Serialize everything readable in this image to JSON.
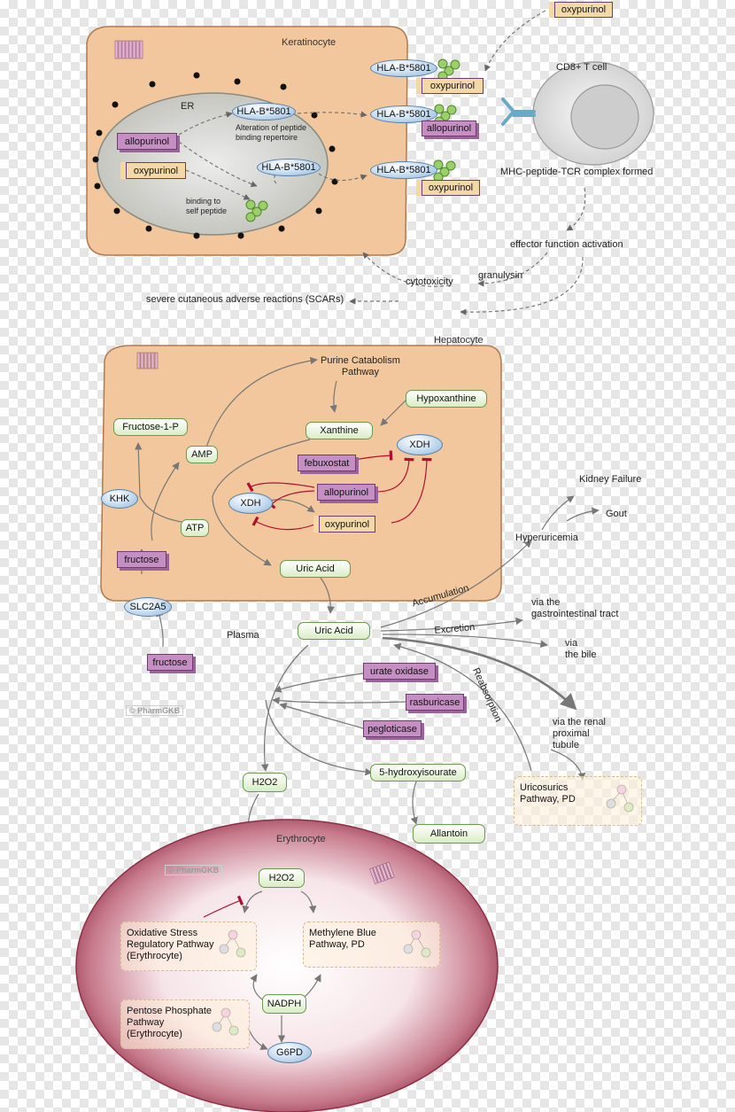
{
  "keratinocyte": {
    "title": "Keratinocyte",
    "er_label": "ER",
    "hla_label": "HLA-B*5801",
    "drug_allopurinol": "allopurinol",
    "drug_oxypurinol": "oxypurinol",
    "note_alteration": "Alteration of peptide\nbinding repertoire",
    "note_binding": "binding to\nself peptide",
    "tcell_label": "CD8+ T cell",
    "complex_label": "MHC-peptide-TCR complex formed",
    "effector_label": "effector function activation",
    "granulysin_label": "granulysin",
    "cytotoxicity_label": "cytotoxicity",
    "scars_label": "severe cutaneous adverse reactions (SCARs)"
  },
  "hepatocyte": {
    "title": "Hepatocyte",
    "purine_label": "Purine Catabolism\nPathway",
    "hypoxanthine": "Hypoxanthine",
    "xanthine": "Xanthine",
    "xdh": "XDH",
    "febuxostat": "febuxostat",
    "allopurinol": "allopurinol",
    "oxypurinol": "oxypurinol",
    "uric_acid": "Uric Acid",
    "fructose1p": "Fructose-1-P",
    "amp": "AMP",
    "khk": "KHK",
    "atp": "ATP",
    "fructose": "fructose",
    "slc2a5": "SLC2A5"
  },
  "plasma": {
    "label": "Plasma",
    "fructose": "fructose",
    "uric_acid": "Uric Acid",
    "accumulation": "Accumulation",
    "excretion": "Excretion",
    "reabsorption": "Reabsorption",
    "hyperuricemia": "Hyperuricemia",
    "kidney_failure": "Kidney Failure",
    "gout": "Gout",
    "via_gi": "via the\ngastrointestinal tract",
    "via_bile": "via\nthe bile",
    "via_renal": "via the renal\nproximal\ntubule",
    "uricosurics": "Uricosurics\nPathway, PD",
    "urate_oxidase": "urate oxidase",
    "rasburicase": "rasburicase",
    "pegloticase": "pegloticase",
    "hydroxyisourate": "5-hydroxyisourate",
    "allantoin": "Allantoin",
    "h2o2": "H2O2",
    "watermark": "© PharmGKB"
  },
  "erythrocyte": {
    "title": "Erythrocyte",
    "h2o2": "H2O2",
    "oxidative": "Oxidative Stress\nRegulatory Pathway\n(Erythrocyte)",
    "methylene": "Methylene Blue\nPathway, PD",
    "nadph": "NADPH",
    "pentose": "Pentose Phosphate\nPathway\n(Erythrocyte)",
    "g6pd": "G6PD",
    "watermark": "© PharmGKB"
  },
  "colors": {
    "drug_fill": "#c58fc4",
    "drug_alt_fill": "#f3d9a8",
    "gene_fill": "#cfe2f3",
    "metabolite_fill": "#d9edc5",
    "cell_fill": "#f2c79d",
    "inhibition": "#b01030",
    "arrow": "#777777"
  }
}
